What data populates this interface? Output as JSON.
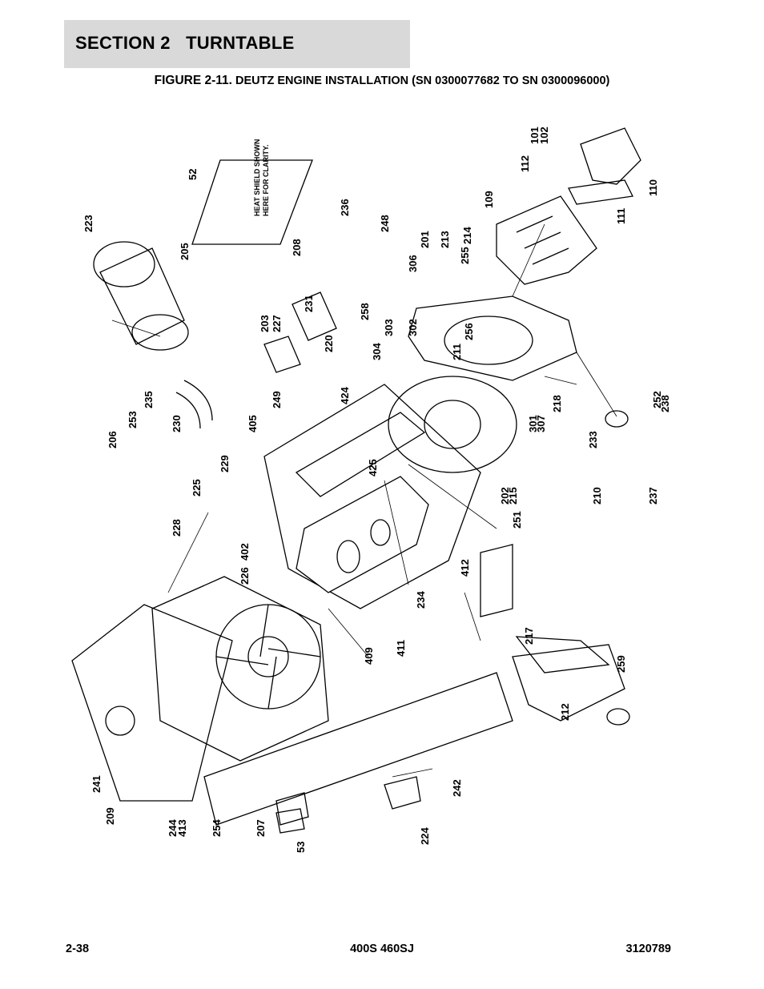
{
  "header": {
    "section": "SECTION 2   TURNTABLE",
    "figure_lead": "FIGURE 2-11.",
    "figure_title": " DEUTZ ENGINE INSTALLATION (SN 0300077682 TO SN 0300096000)"
  },
  "diagram": {
    "note_line1": "HEAT SHIELD SHOWN",
    "note_line2": "HERE FOR CLARITY.",
    "callouts": [
      "101",
      "102",
      "112",
      "110",
      "111",
      "109",
      "52",
      "223",
      "205",
      "236",
      "248",
      "208",
      "201",
      "306",
      "213",
      "214",
      "255",
      "231",
      "203",
      "227",
      "258",
      "220",
      "303",
      "302",
      "304",
      "206",
      "253",
      "235",
      "230",
      "249",
      "424",
      "211",
      "256",
      "218",
      "301",
      "307",
      "405",
      "229",
      "425",
      "225",
      "228",
      "252",
      "238",
      "233",
      "210",
      "237",
      "402",
      "202",
      "215",
      "251",
      "412",
      "226",
      "234",
      "217",
      "409",
      "411",
      "212",
      "259",
      "241",
      "209",
      "244",
      "413",
      "254",
      "207",
      "53",
      "242",
      "224"
    ]
  },
  "footer": {
    "page": "2-38",
    "model": "400S 460SJ",
    "doc_number": "3120789"
  }
}
